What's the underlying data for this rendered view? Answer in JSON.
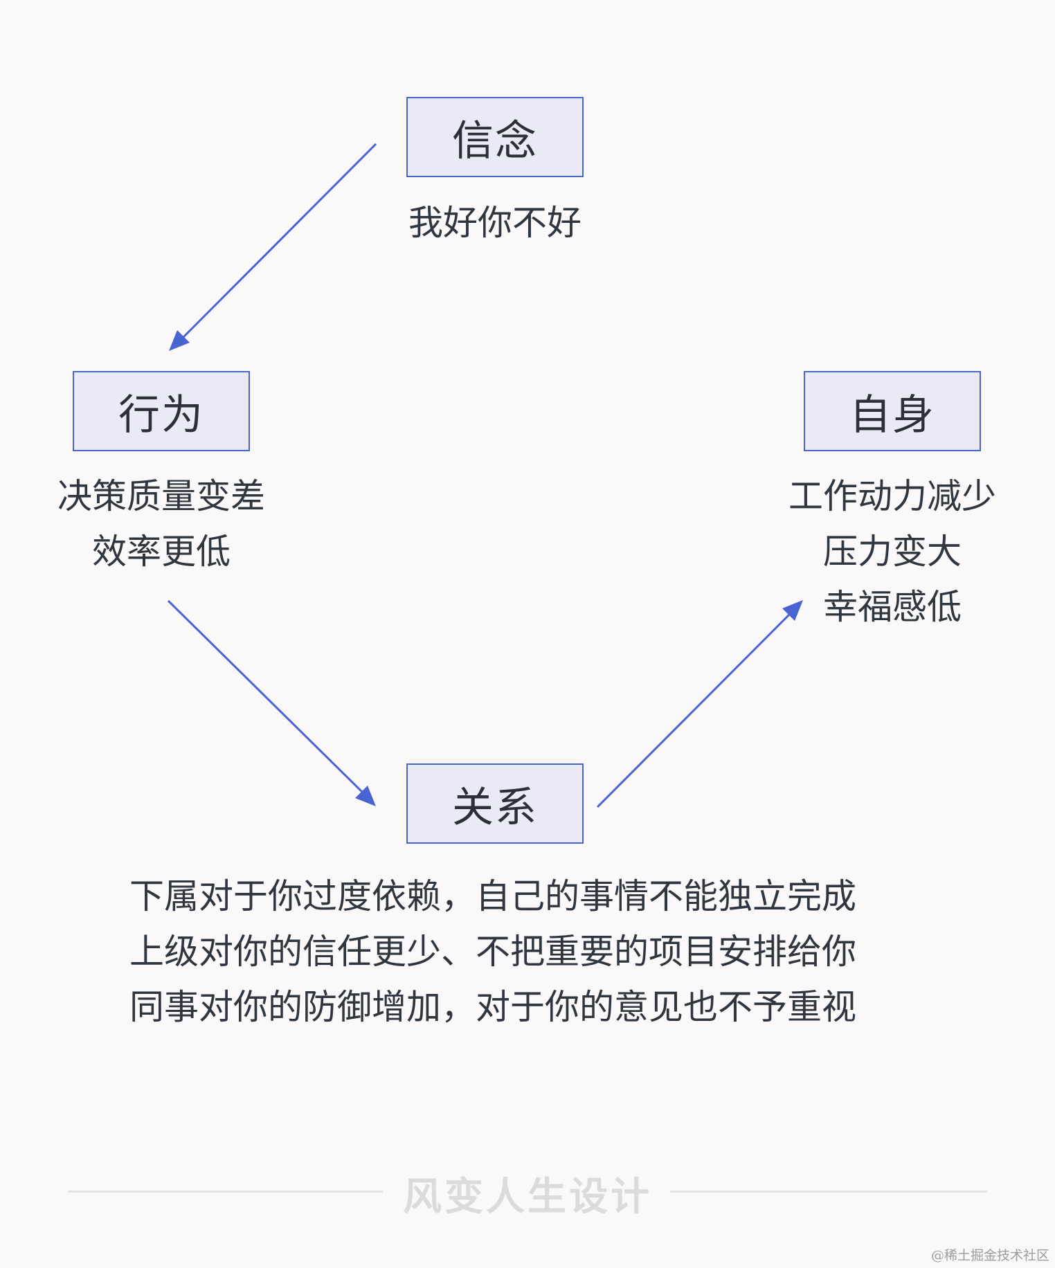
{
  "nodes": {
    "belief": {
      "title": "信念",
      "lines": [
        "我好你不好"
      ]
    },
    "behavior": {
      "title": "行为",
      "lines": [
        "决策质量变差",
        "效率更低"
      ]
    },
    "self": {
      "title": "自身",
      "lines": [
        "工作动力减少",
        "压力变大",
        "幸福感低"
      ]
    },
    "relation": {
      "title": "关系",
      "lines": [
        "下属对于你过度依赖，自己的事情不能独立完成",
        "上级对你的信任更少、不把重要的项目安排给你",
        "同事对你的防御增加，对于你的意见也不予重视"
      ]
    }
  },
  "footer": {
    "brand": "风变人生设计"
  },
  "watermark": "@稀土掘金技术社区",
  "colors": {
    "accent": "#4a63d3",
    "box_fill": "#e9eaf6",
    "background": "#faf8f8"
  }
}
